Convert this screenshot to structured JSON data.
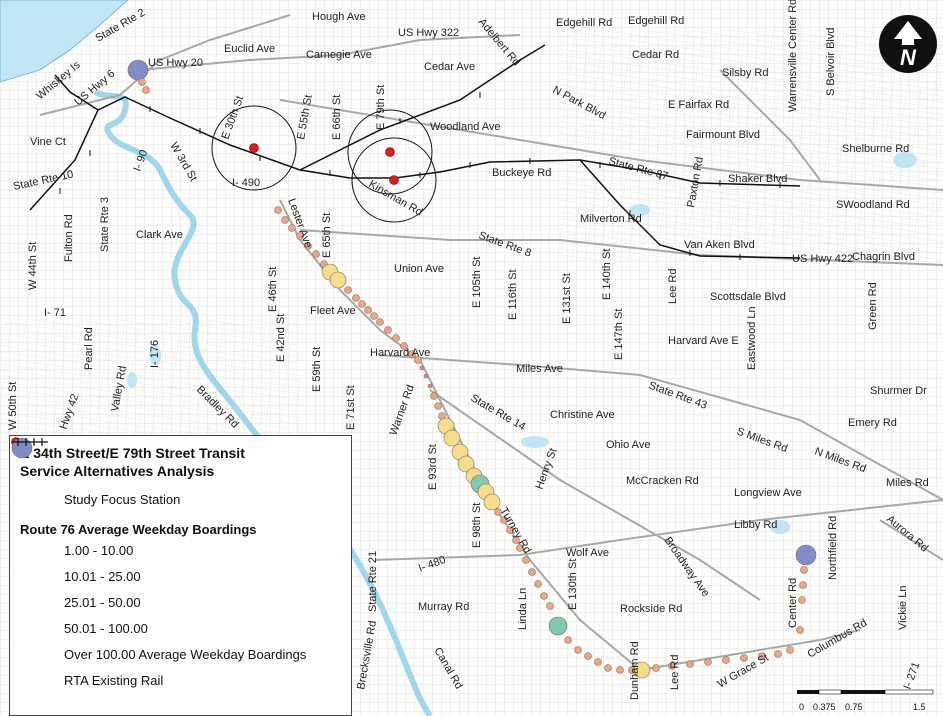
{
  "map": {
    "title_line1": "E 34th Street/E 79th Street Transit",
    "title_line2": "Service Alternatives Analysis",
    "legend": {
      "focus_station": "Study Focus Station",
      "boardings_title": "Route 76 Average Weekday Boardings",
      "classes": [
        {
          "label": "1.00 - 10.00",
          "color": "#d98c84"
        },
        {
          "label": "10.01 - 25.00",
          "color": "#e8a888"
        },
        {
          "label": "25.01 - 50.00",
          "color": "#f3dd8c"
        },
        {
          "label": "50.01 - 100.00",
          "color": "#7ec9b0"
        },
        {
          "label": "Over 100.00 Average Weekday Boardings",
          "color": "#7f8cc8"
        }
      ],
      "rail": "RTA Existing Rail"
    },
    "scale": {
      "t0": "0",
      "t1": "0.375",
      "t2": "0.75",
      "t3": "1.5"
    },
    "north_letter": "N",
    "colors": {
      "water": "#bfe4f4",
      "river": "#9fd6ee",
      "street": "#cfcfcf",
      "major": "#a8a8a8",
      "rail": "#111111",
      "station": "#d81e1e"
    },
    "labels": [
      {
        "id": "hough",
        "text": "Hough Ave"
      },
      {
        "id": "stateRte2",
        "text": "State Rte 2"
      },
      {
        "id": "usHwy322",
        "text": "US Hwy 322"
      },
      {
        "id": "adelbert",
        "text": "Adelbert Rd"
      },
      {
        "id": "edgehill",
        "text": "Edgehill Rd"
      },
      {
        "id": "edgehill2",
        "text": "Edgehill Rd"
      },
      {
        "id": "euclid",
        "text": "Euclid Ave"
      },
      {
        "id": "usHwy20",
        "text": "US Hwy 20"
      },
      {
        "id": "carnegie",
        "text": "Carnegie Ave"
      },
      {
        "id": "cedarAve",
        "text": "Cedar Ave"
      },
      {
        "id": "cedarRd",
        "text": "Cedar Rd"
      },
      {
        "id": "whiskey",
        "text": "Whiskey Is"
      },
      {
        "id": "usHwy6",
        "text": "US Hwy 6"
      },
      {
        "id": "sislby",
        "text": "Silsby Rd"
      },
      {
        "id": "nPark",
        "text": "N Park Blvd"
      },
      {
        "id": "eFairfax",
        "text": "E Fairfax Rd"
      },
      {
        "id": "warrensville",
        "text": "Warrensville Center Rd"
      },
      {
        "id": "belvoir",
        "text": "S Belvoir Blvd"
      },
      {
        "id": "vine",
        "text": "Vine Ct"
      },
      {
        "id": "w3rd",
        "text": "W 3rd St"
      },
      {
        "id": "e30th",
        "text": "E 30th St"
      },
      {
        "id": "e55th",
        "text": "E 55th St"
      },
      {
        "id": "e66th",
        "text": "E 66th St"
      },
      {
        "id": "e79th",
        "text": "E 79th St"
      },
      {
        "id": "woodland",
        "text": "Woodland Ave"
      },
      {
        "id": "fairmount",
        "text": "Fairmount Blvd"
      },
      {
        "id": "shelburne",
        "text": "Shelburne Rd"
      },
      {
        "id": "stateRte10",
        "text": "State Rte 10"
      },
      {
        "id": "i90",
        "text": "I- 90"
      },
      {
        "id": "i490",
        "text": "I- 490"
      },
      {
        "id": "kinsman",
        "text": "Kinsman Rd"
      },
      {
        "id": "buckeye",
        "text": "Buckeye Rd"
      },
      {
        "id": "stateRte87",
        "text": "State Rte 87"
      },
      {
        "id": "shaker",
        "text": "Shaker Blvd"
      },
      {
        "id": "swoodland",
        "text": "SWoodland Rd"
      },
      {
        "id": "paxton",
        "text": "Paxton Rd"
      },
      {
        "id": "fulton",
        "text": "Fulton Rd"
      },
      {
        "id": "stateRte3",
        "text": "State Rte 3"
      },
      {
        "id": "clark",
        "text": "Clark Ave"
      },
      {
        "id": "lester",
        "text": "Lester Ave"
      },
      {
        "id": "e65th",
        "text": "E 65th St"
      },
      {
        "id": "milverton",
        "text": "Milverton Rd"
      },
      {
        "id": "stateRte8",
        "text": "State Rte 8"
      },
      {
        "id": "vanAken",
        "text": "Van Aken Blvd"
      },
      {
        "id": "usHwy422",
        "text": "US Hwy 422"
      },
      {
        "id": "chagrin",
        "text": "Chagrin Blvd"
      },
      {
        "id": "w44th",
        "text": "W 44th St"
      },
      {
        "id": "e46th",
        "text": "E 46th St"
      },
      {
        "id": "union",
        "text": "Union Ave"
      },
      {
        "id": "e105th",
        "text": "E 105th St"
      },
      {
        "id": "e116th",
        "text": "E 116th St"
      },
      {
        "id": "e131st",
        "text": "E 131st St"
      },
      {
        "id": "e140th",
        "text": "E 140th St"
      },
      {
        "id": "leeRd1",
        "text": "Lee Rd"
      },
      {
        "id": "scottsdale",
        "text": "Scottsdale Blvd"
      },
      {
        "id": "greenRd",
        "text": "Green Rd"
      },
      {
        "id": "i71",
        "text": "I- 71"
      },
      {
        "id": "fleet",
        "text": "Fleet Ave"
      },
      {
        "id": "e42nd",
        "text": "E 42nd St"
      },
      {
        "id": "e147th",
        "text": "E 147th St"
      },
      {
        "id": "harvardE",
        "text": "Harvard Ave E"
      },
      {
        "id": "eastwood",
        "text": "Eastwood Ln"
      },
      {
        "id": "pearl",
        "text": "Pearl Rd"
      },
      {
        "id": "i176",
        "text": "I- 176"
      },
      {
        "id": "harvard",
        "text": "Harvard Ave"
      },
      {
        "id": "e59th",
        "text": "E 59th St"
      },
      {
        "id": "miles",
        "text": "Miles Ave"
      },
      {
        "id": "stateRte43",
        "text": "State Rte 43"
      },
      {
        "id": "shurmer",
        "text": "Shurmer Dr"
      },
      {
        "id": "w50th",
        "text": "W 50th St"
      },
      {
        "id": "hwy42",
        "text": "Hwy 42"
      },
      {
        "id": "valley",
        "text": "Valley Rd"
      },
      {
        "id": "bradley",
        "text": "Bradley Rd"
      },
      {
        "id": "e71st",
        "text": "E 71st St"
      },
      {
        "id": "warner",
        "text": "Warner Rd"
      },
      {
        "id": "stateRte14",
        "text": "State Rte 14"
      },
      {
        "id": "christine",
        "text": "Christine Ave"
      },
      {
        "id": "emery",
        "text": "Emery Rd"
      },
      {
        "id": "sMiles",
        "text": "S Miles Rd"
      },
      {
        "id": "ohio",
        "text": "Ohio Ave"
      },
      {
        "id": "nMiles",
        "text": "N Miles Rd"
      },
      {
        "id": "e93rd",
        "text": "E 93rd St"
      },
      {
        "id": "henry",
        "text": "Henry St"
      },
      {
        "id": "mccracken",
        "text": "McCracken Rd"
      },
      {
        "id": "milesRd",
        "text": "Miles Rd"
      },
      {
        "id": "longview",
        "text": "Longview Ave"
      },
      {
        "id": "turney",
        "text": "Turney Rd"
      },
      {
        "id": "e98th",
        "text": "E 98th St"
      },
      {
        "id": "libby",
        "text": "Libby Rd"
      },
      {
        "id": "aurora",
        "text": "Aurora Rd"
      },
      {
        "id": "broadway",
        "text": "Broadway Ave"
      },
      {
        "id": "i480",
        "text": "I- 480"
      },
      {
        "id": "wolf",
        "text": "Wolf Ave"
      },
      {
        "id": "northfield",
        "text": "Northfield Rd"
      },
      {
        "id": "stateRte21",
        "text": "State Rte 21"
      },
      {
        "id": "murray",
        "text": "Murray Rd"
      },
      {
        "id": "linda",
        "text": "Linda Ln"
      },
      {
        "id": "e130th",
        "text": "E 130th St"
      },
      {
        "id": "rockside",
        "text": "Rockside Rd"
      },
      {
        "id": "centerRd",
        "text": "Center Rd"
      },
      {
        "id": "vickie",
        "text": "Vickie Ln"
      },
      {
        "id": "columbus",
        "text": "Columbus Rd"
      },
      {
        "id": "i271",
        "text": "I- 271"
      },
      {
        "id": "canal",
        "text": "Canal Rd"
      },
      {
        "id": "dunham",
        "text": "Dunham Rd"
      },
      {
        "id": "leeRd2",
        "text": "Lee Rd"
      },
      {
        "id": "wGrace",
        "text": "W Grace St"
      },
      {
        "id": "brecksville",
        "text": "Brecksville Rd"
      }
    ]
  }
}
